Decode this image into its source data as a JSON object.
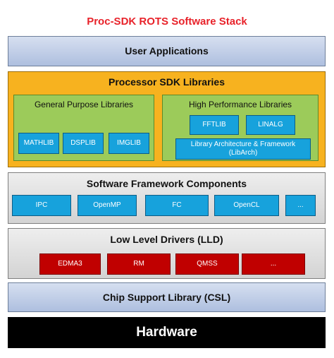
{
  "title": "Proc-SDK ROTS Software Stack",
  "layers": {
    "user_apps": "User Applications",
    "sdk_libs": {
      "label": "Processor SDK Libraries",
      "general": {
        "label": "General Purpose Libraries",
        "items": [
          "MATHLIB",
          "DSPLIB",
          "IMGLIB"
        ]
      },
      "high_perf": {
        "label": "High Performance Libraries",
        "items": [
          "FFTLIB",
          "LINALG"
        ],
        "framework": "Library Architecture & Framework (LibArch)"
      }
    },
    "framework": {
      "label": "Software Framework Components",
      "items": [
        "IPC",
        "OpenMP",
        "FC",
        "OpenCL",
        "..."
      ]
    },
    "lld": {
      "label": "Low Level Drivers (LLD)",
      "items": [
        "EDMA3",
        "RM",
        "QMSS",
        "..."
      ]
    },
    "csl": "Chip Support Library (CSL)",
    "hardware": "Hardware"
  },
  "colors": {
    "title": "#e8222a",
    "sdk_bg": "#f7b21f",
    "lib_group_bg": "#9ccb5a",
    "blue_chip": "#17a2dc",
    "red_chip": "#c00000"
  }
}
